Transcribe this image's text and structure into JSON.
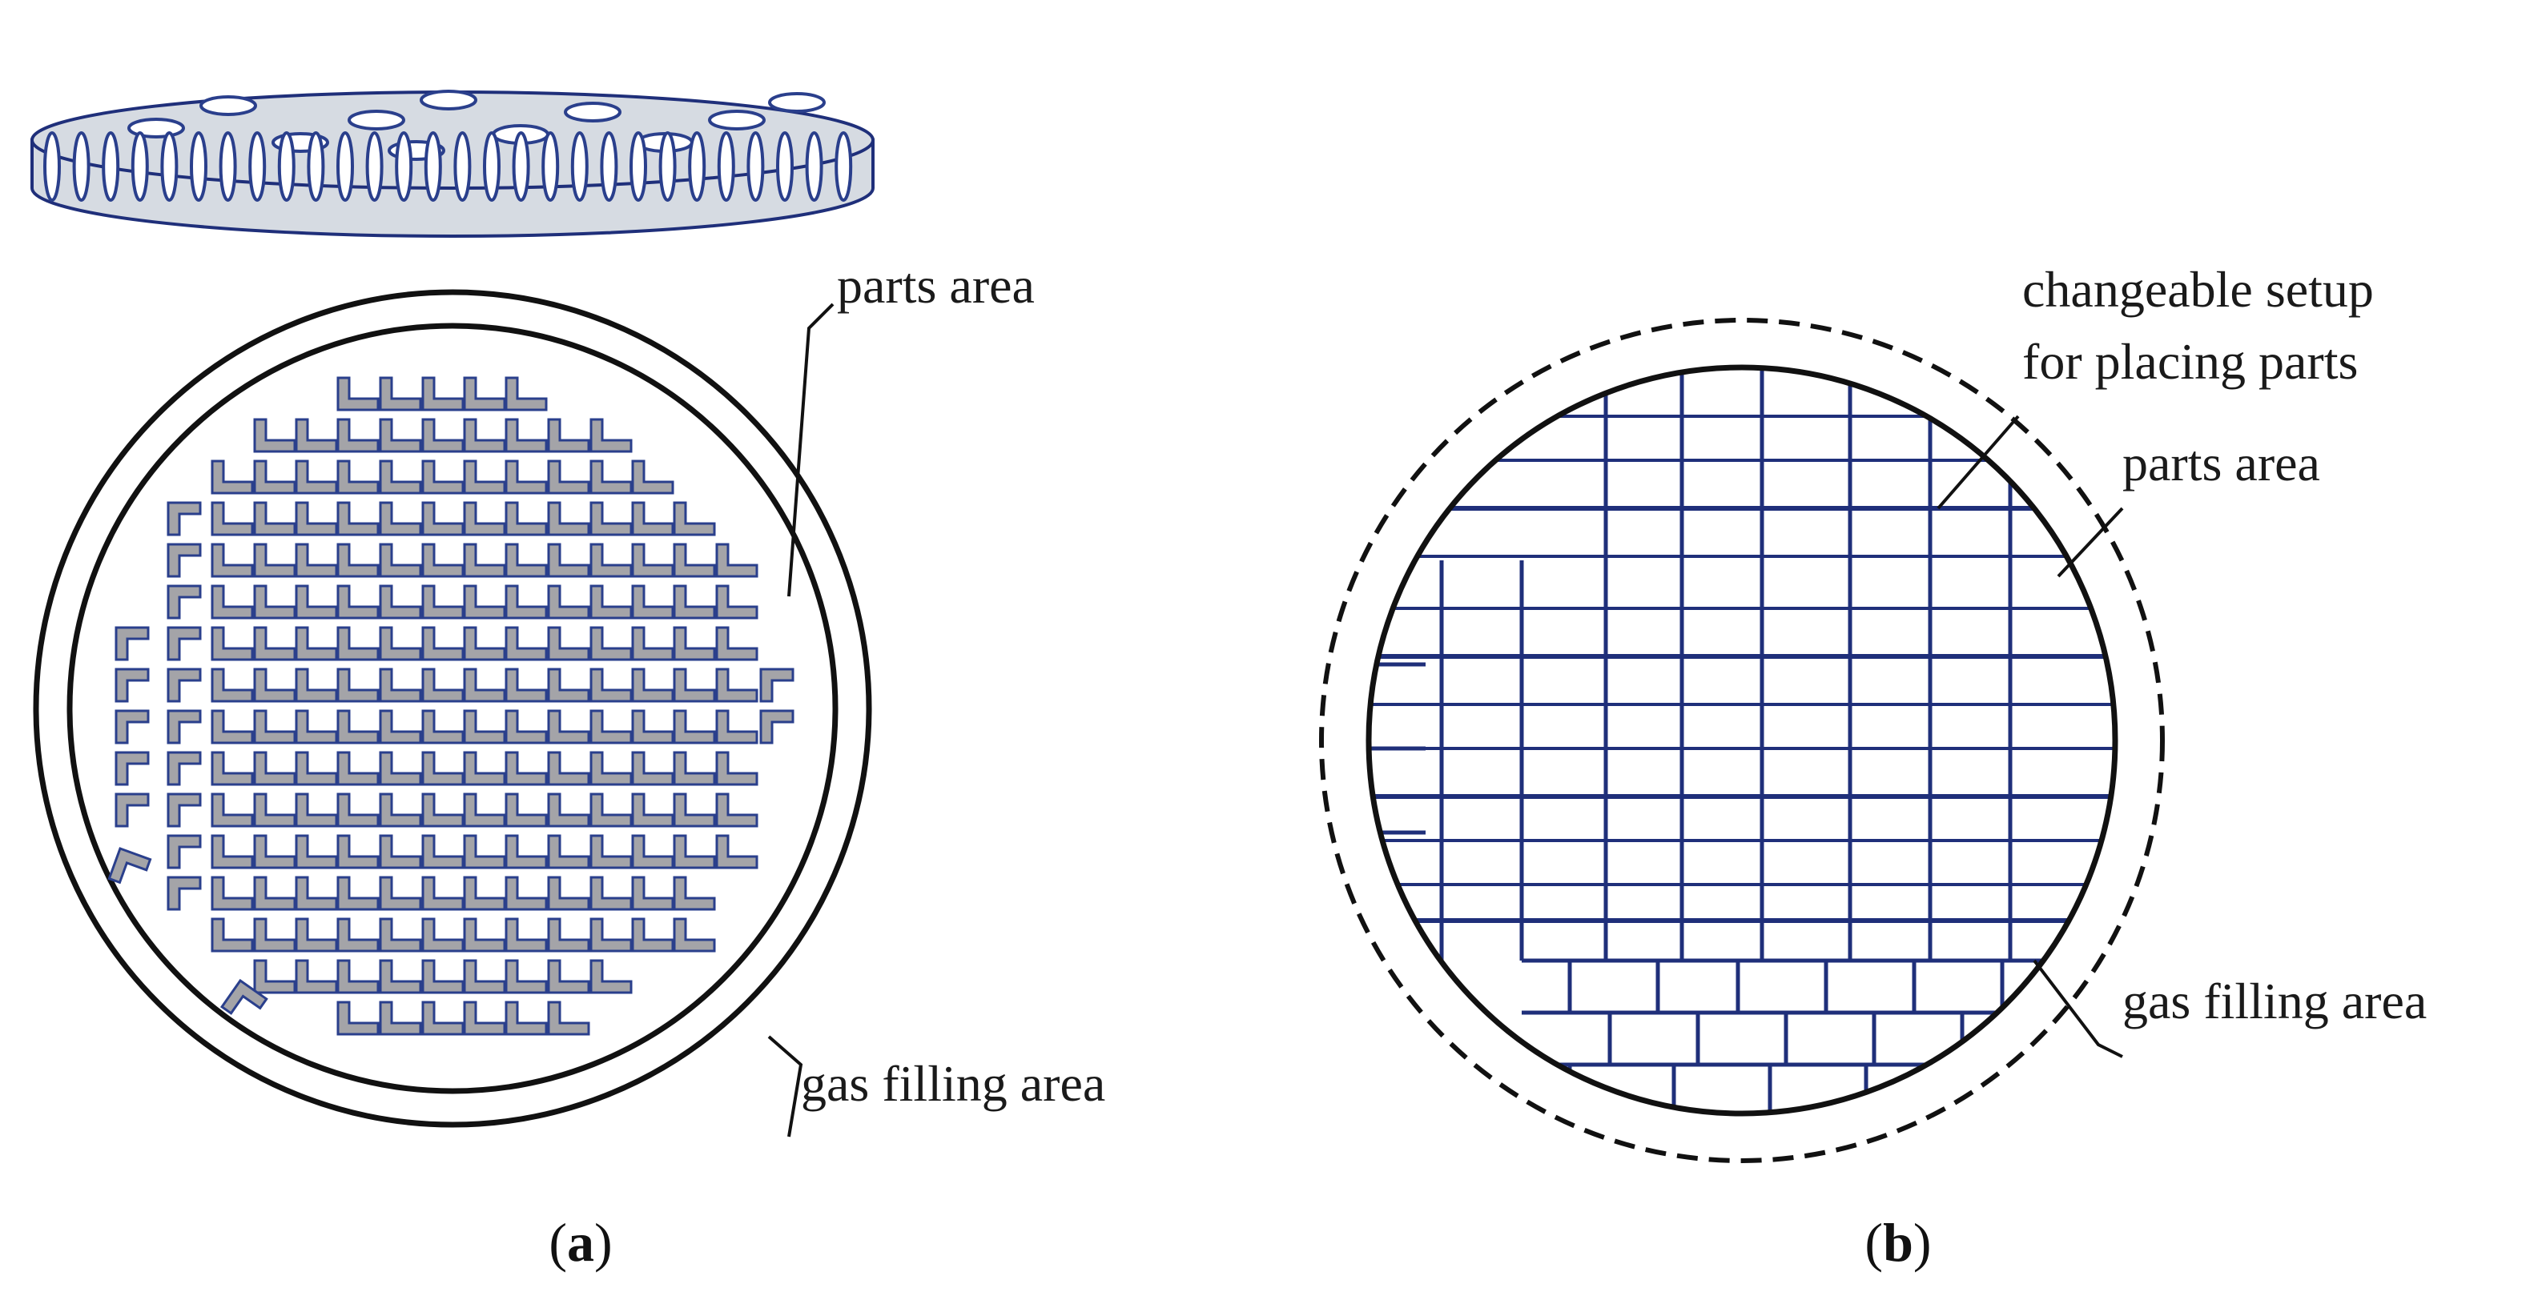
{
  "panel_a": {
    "caption_open": "(",
    "caption_letter": "a",
    "caption_close": ")",
    "label_parts": "parts area",
    "label_gas": "gas filling area"
  },
  "panel_b": {
    "caption_open": "(",
    "caption_letter": "b",
    "caption_close": ")",
    "label_setup_line1": "changeable setup",
    "label_setup_line2": "for placing parts",
    "label_parts": "parts area",
    "label_gas": "gas filling area"
  },
  "colors": {
    "outline": "#111111",
    "grid": "#1f2f7a",
    "part_fill": "#a4a4a8",
    "part_stroke": "#2a3f8c",
    "tray_fill": "#d6dbe2"
  }
}
